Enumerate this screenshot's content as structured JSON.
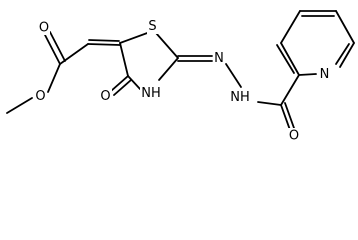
{
  "molecule": {
    "atoms": {
      "o_carbonyl_ester": "O",
      "o_methoxy": "O",
      "s_ring": "S",
      "o_ring_ketone": "O",
      "nh_ring": "NH",
      "n_hydrazone": "N",
      "n_pyridine": "N",
      "nh_hydrazide": "NH",
      "o_amide": "O"
    }
  }
}
